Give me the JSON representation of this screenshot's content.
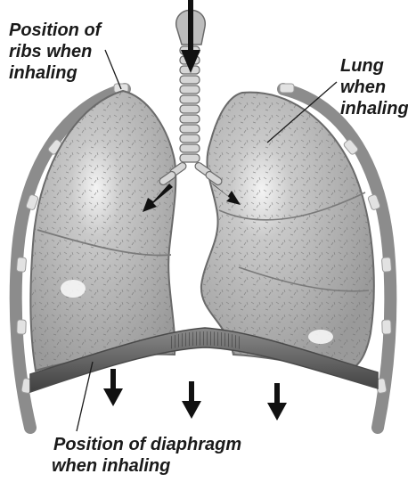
{
  "labels": {
    "ribs": [
      "Position of",
      "ribs when",
      "inhaling"
    ],
    "lung": [
      "Lung",
      "when",
      "inhaling"
    ],
    "diaphragm": [
      "Position of diaphragm",
      "when inhaling"
    ]
  },
  "colors": {
    "lung_fill": "#a9a9a9",
    "lung_highlight": "#f2f2f2",
    "rib_band": "#8c8c8c",
    "rib_joint": "#d9d9d9",
    "diaphragm": "#5a5a5a",
    "arrow": "#111111",
    "label_text": "#1a1a1a"
  },
  "icons": {
    "down_arrows": "arrow-down",
    "bronchi_arrows": "arrow-diagonal"
  }
}
